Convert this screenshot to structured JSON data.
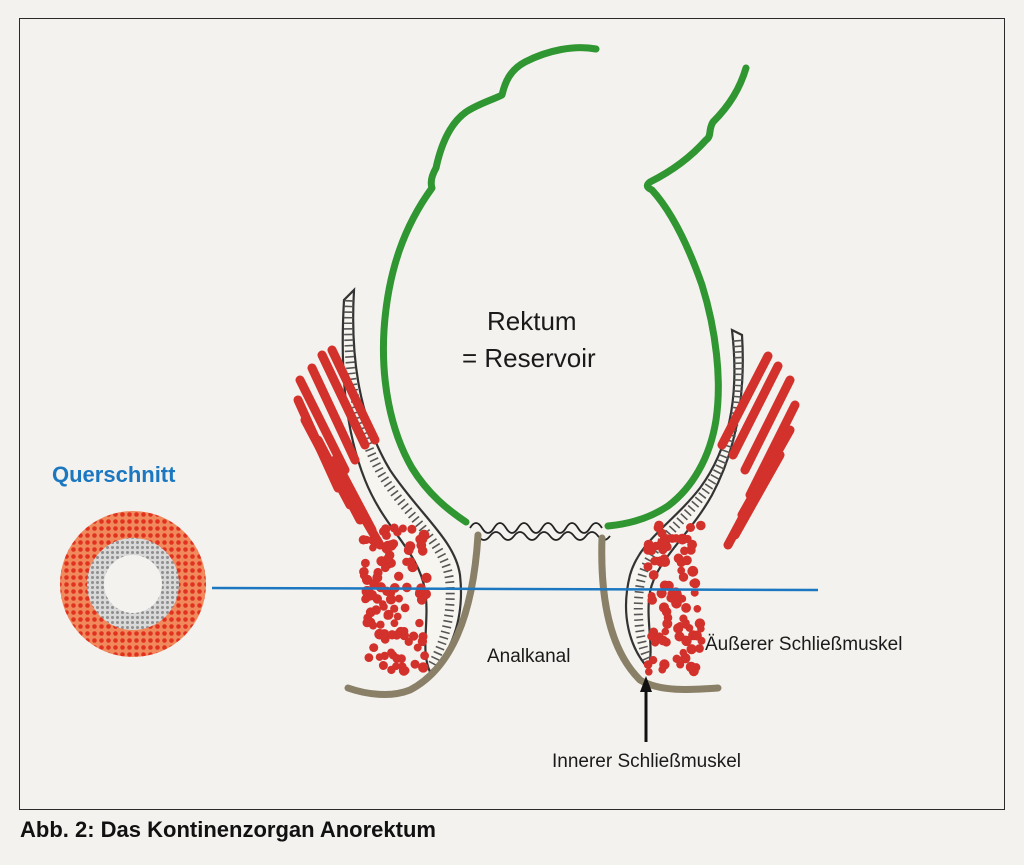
{
  "figure": {
    "caption": "Abb. 2:  Das Kontinenzorgan Anorektum",
    "labels": {
      "rektum": "Rektum",
      "reservoir": "= Reservoir",
      "querschnitt": "Querschnitt",
      "analkanal": "Analkanal",
      "aeusserer_schliessmuskel": "Äußerer Schließmuskel",
      "innerer_schliessmuskel": "Innerer Schließmuskel"
    }
  },
  "colors": {
    "rectum_wall": "#2f9631",
    "external_sphincter": "#d3312b",
    "internal_sphincter_outline": "#333333",
    "anal_canal_lining": "#8a8068",
    "cross_section_line": "#1b78c0",
    "cross_section_outer": "#e5452c",
    "cross_section_inner": "#a8a8a8",
    "querschnitt_label": "#1b78c0"
  }
}
